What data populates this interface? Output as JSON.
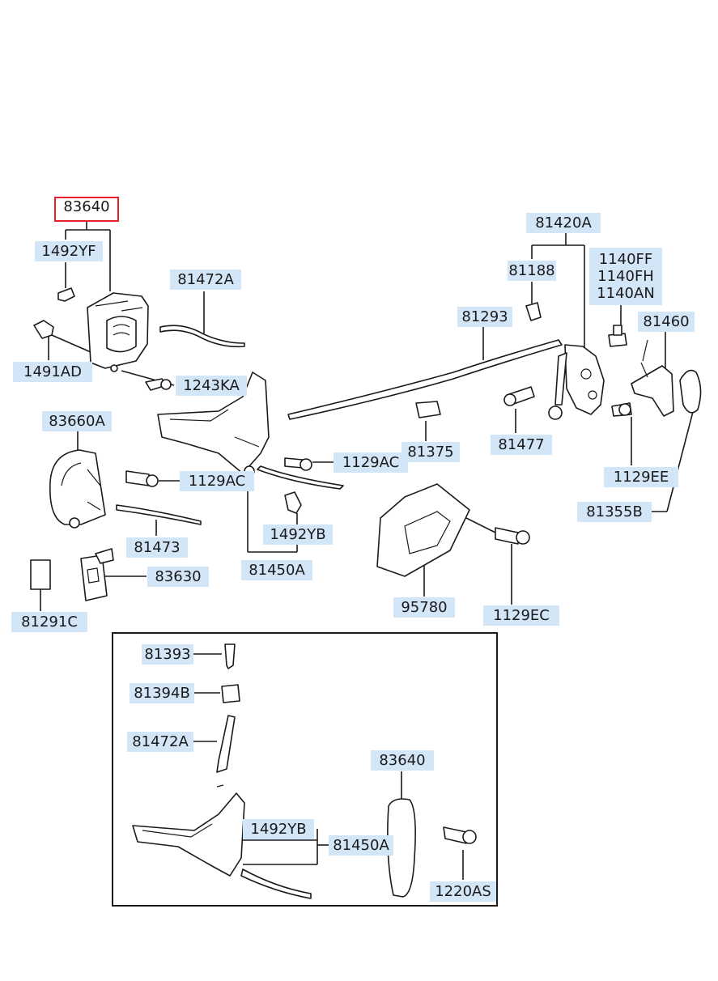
{
  "labels": {
    "l83640_top": "83640",
    "l1492YF": "1492YF",
    "l1491AD": "1491AD",
    "l81472A_top": "81472A",
    "l1243KA": "1243KA",
    "l83660A": "83660A",
    "l1129AC_left": "1129AC",
    "l1129AC_mid": "1129AC",
    "l81473": "81473",
    "l83630": "83630",
    "l81291C": "81291C",
    "l1492YB_top": "1492YB",
    "l81450A_top": "81450A",
    "l81420A": "81420A",
    "l81188": "81188",
    "l1140FF": "1140FF",
    "l1140FH": "1140FH",
    "l1140AN": "1140AN",
    "l81293": "81293",
    "l81460": "81460",
    "l81375": "81375",
    "l81477": "81477",
    "l1129EE": "1129EE",
    "l81355B": "81355B",
    "l95780": "95780",
    "l1129EC": "1129EC",
    "l81393": "81393",
    "l81394B": "81394B",
    "l81472A_bot": "81472A",
    "l83640_bot": "83640",
    "l1492YB_bot": "1492YB",
    "l81450A_bot": "81450A",
    "l1220AS": "1220AS"
  },
  "colors": {
    "label_bg": "#d3e6f8",
    "highlight_border": "#e8202a",
    "line": "#1a1a1a"
  }
}
